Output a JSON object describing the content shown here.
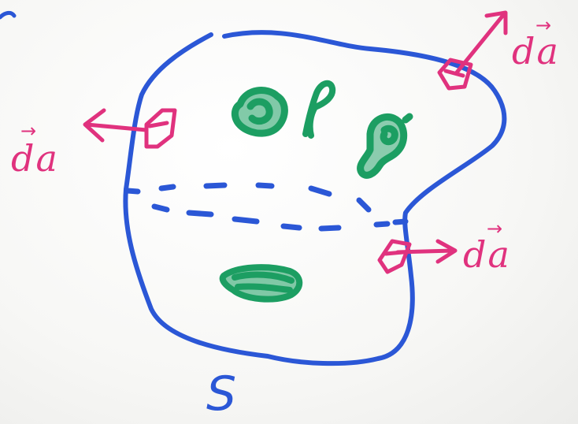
{
  "colors": {
    "boundary": "#2b57d6",
    "area_vector": "#e0327e",
    "charge": "#1c9e62"
  },
  "surface": {
    "label": "S"
  },
  "area_elements": [
    {
      "label": "da",
      "arrow": "→"
    },
    {
      "label": "da",
      "arrow": "→"
    },
    {
      "label": "da",
      "arrow": "→"
    }
  ]
}
